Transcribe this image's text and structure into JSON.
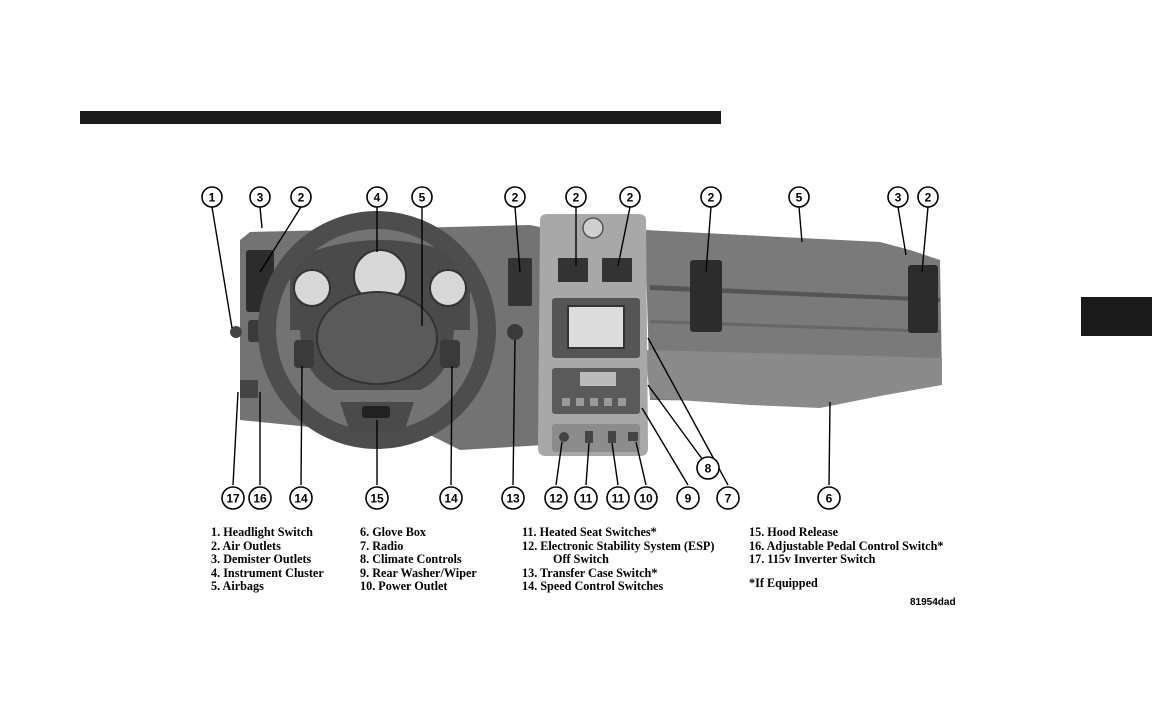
{
  "legend": {
    "col1": [
      "1. Headlight Switch",
      "2. Air Outlets",
      "3. Demister Outlets",
      "4. Instrument Cluster",
      "5. Airbags"
    ],
    "col2": [
      "6. Glove Box",
      "7. Radio",
      "8. Climate Controls",
      "9. Rear Washer/Wiper",
      "10. Power Outlet"
    ],
    "col3": [
      "11. Heated Seat Switches*",
      "12. Electronic Stability System (ESP)",
      "Off Switch",
      "13. Transfer Case Switch*",
      "14. Speed Control Switches"
    ],
    "col4": [
      "15. Hood Release",
      "16. Adjustable Pedal Control Switch*",
      "17. 115v Inverter Switch"
    ],
    "note": "*If Equipped"
  },
  "figure_id": "81954dad",
  "callouts_top": [
    "1",
    "3",
    "2",
    "4",
    "5",
    "2",
    "2",
    "2",
    "2",
    "5",
    "3",
    "2"
  ],
  "callouts_bottom": [
    "17",
    "16",
    "14",
    "15",
    "14",
    "13",
    "12",
    "11",
    "11",
    "10",
    "9",
    "7",
    "6"
  ],
  "callout_side": "8",
  "colors": {
    "ink": "#000000",
    "bar": "#1a1a1a",
    "dash": "#6e6e6e",
    "dash_dark": "#3a3a3a",
    "panel": "#9a9a9a"
  }
}
